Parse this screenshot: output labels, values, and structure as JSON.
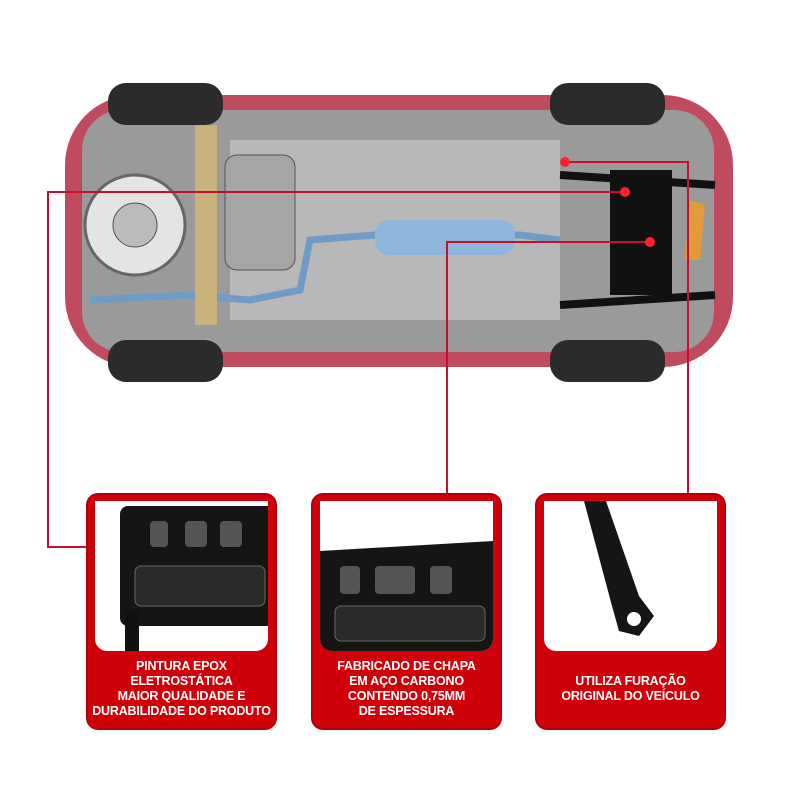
{
  "colors": {
    "accent_red": "#d0000a",
    "callout_line": "#c8102e",
    "car_body": "#c04a5e"
  },
  "callouts": [
    {
      "caption": "PINTURA EPOX\nELETROSTÁTICA\nMAIOR QUALIDADE E\nDURABILIDADE DO PRODUTO",
      "photo": "black-panel-detail"
    },
    {
      "caption": "FABRICADO DE CHAPA\nEM AÇO CARBONO\nCONTENDO 0,75MM\nDE ESPESSURA",
      "photo": "stamped-steel-detail"
    },
    {
      "caption": "UTILIZA FURAÇÃO\nORIGINAL DO VEÍCULO",
      "photo": "bracket-hole-detail"
    }
  ]
}
